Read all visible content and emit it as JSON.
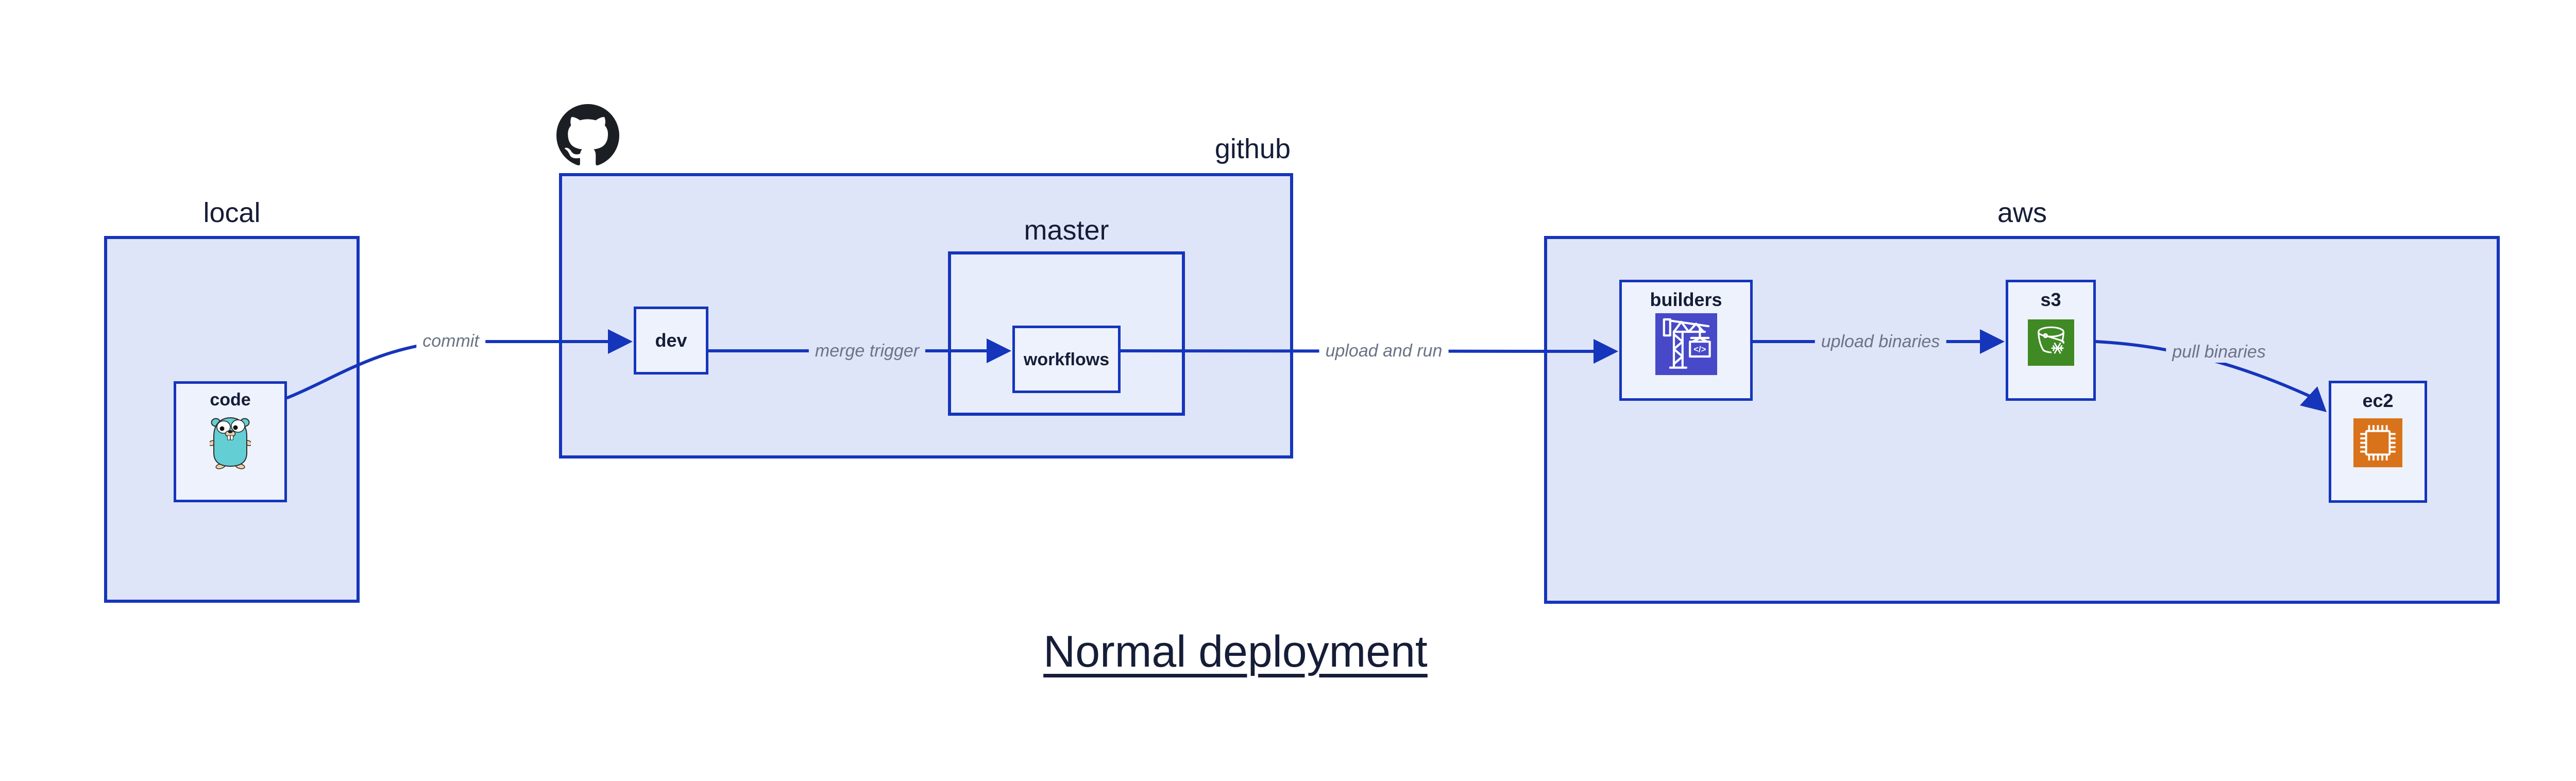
{
  "diagram_title": "Normal deployment",
  "containers": {
    "local": {
      "label": "local"
    },
    "github": {
      "label": "github"
    },
    "master": {
      "label": "master"
    },
    "aws": {
      "label": "aws"
    }
  },
  "nodes": {
    "code": {
      "label": "code",
      "icon": "go-gopher-icon"
    },
    "dev": {
      "label": "dev"
    },
    "workflows": {
      "label": "workflows"
    },
    "builders": {
      "label": "builders",
      "icon": "codebuild-crane-icon"
    },
    "s3": {
      "label": "s3",
      "icon": "s3-glacier-bucket-icon"
    },
    "ec2": {
      "label": "ec2",
      "icon": "ec2-chip-icon"
    }
  },
  "edges": {
    "commit": {
      "label": "commit",
      "from": "code",
      "to": "dev"
    },
    "merge_trigger": {
      "label": "merge trigger",
      "from": "dev",
      "to": "workflows"
    },
    "upload_and_run": {
      "label": "upload and run",
      "from": "workflows",
      "to": "builders"
    },
    "upload_binaries": {
      "label": "upload binaries",
      "from": "builders",
      "to": "s3"
    },
    "pull_binaries": {
      "label": "pull binaries",
      "from": "s3",
      "to": "ec2"
    }
  },
  "icons": {
    "github_logo": "github-octocat-icon"
  },
  "colors": {
    "arrow_blue": "#1535bb",
    "container_fill": "#dfe5f8",
    "master_fill": "#e8edfb",
    "node_fill": "#eef2fc",
    "label_navy": "#161d38",
    "edge_label_gray": "#6b7384",
    "builders_icon_bg": "#4749c9",
    "s3_icon_bg": "#3f8a24",
    "ec2_icon_bg": "#d9731b",
    "gopher_teal": "#63cfd5",
    "octocat_dark": "#1b1f23"
  }
}
